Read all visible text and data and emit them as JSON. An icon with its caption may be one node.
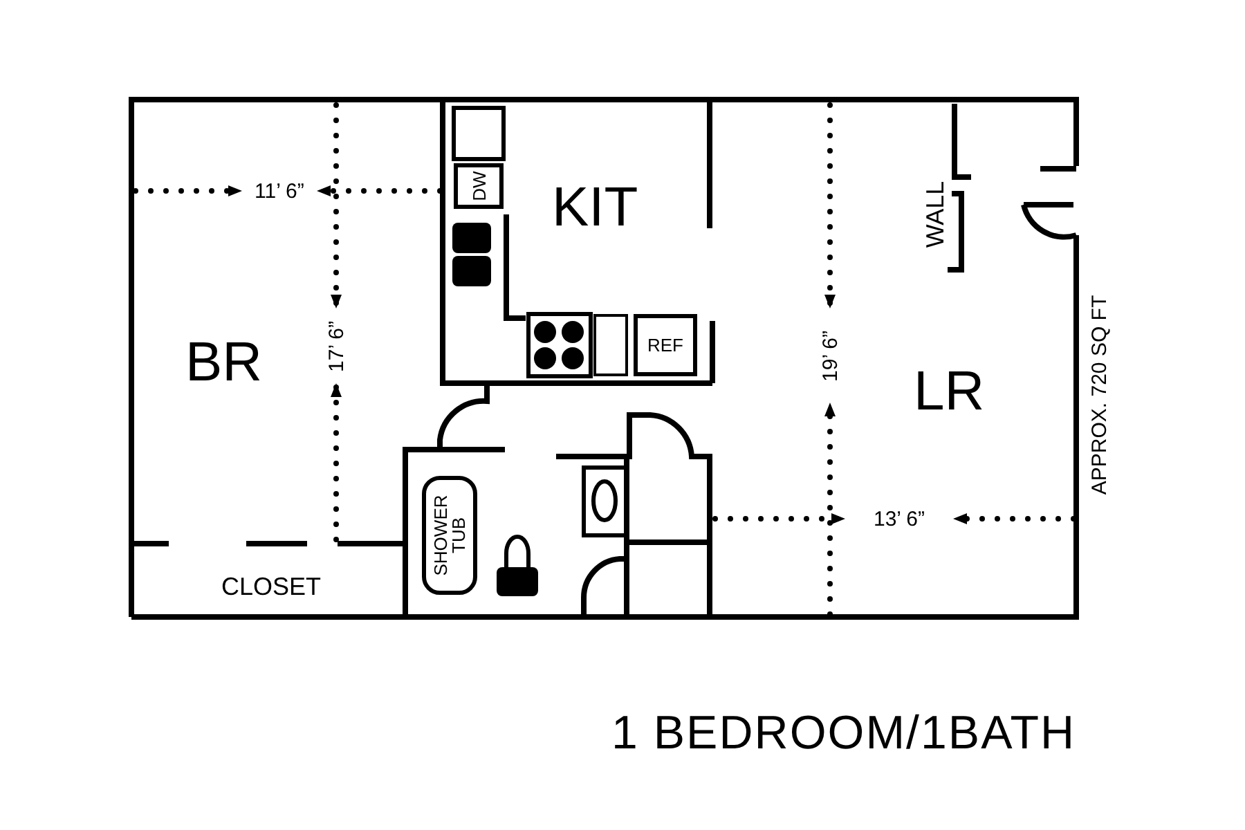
{
  "diagram": {
    "title": "1 BEDROOM/1BATH",
    "nodes": [
      {
        "text": [
          "DW"
        ]
      },
      {
        "text": [
          "REF"
        ]
      },
      {
        "text": [
          "SHOWER TUB"
        ]
      }
    ],
    "labels": [
      "11’ 6”",
      "KIT",
      "BR",
      "17’ 6”",
      "19’ 6”",
      "WALL",
      "LR",
      "APPROX. 720 SQ FT",
      "13’ 6”",
      "CLOSET"
    ]
  }
}
